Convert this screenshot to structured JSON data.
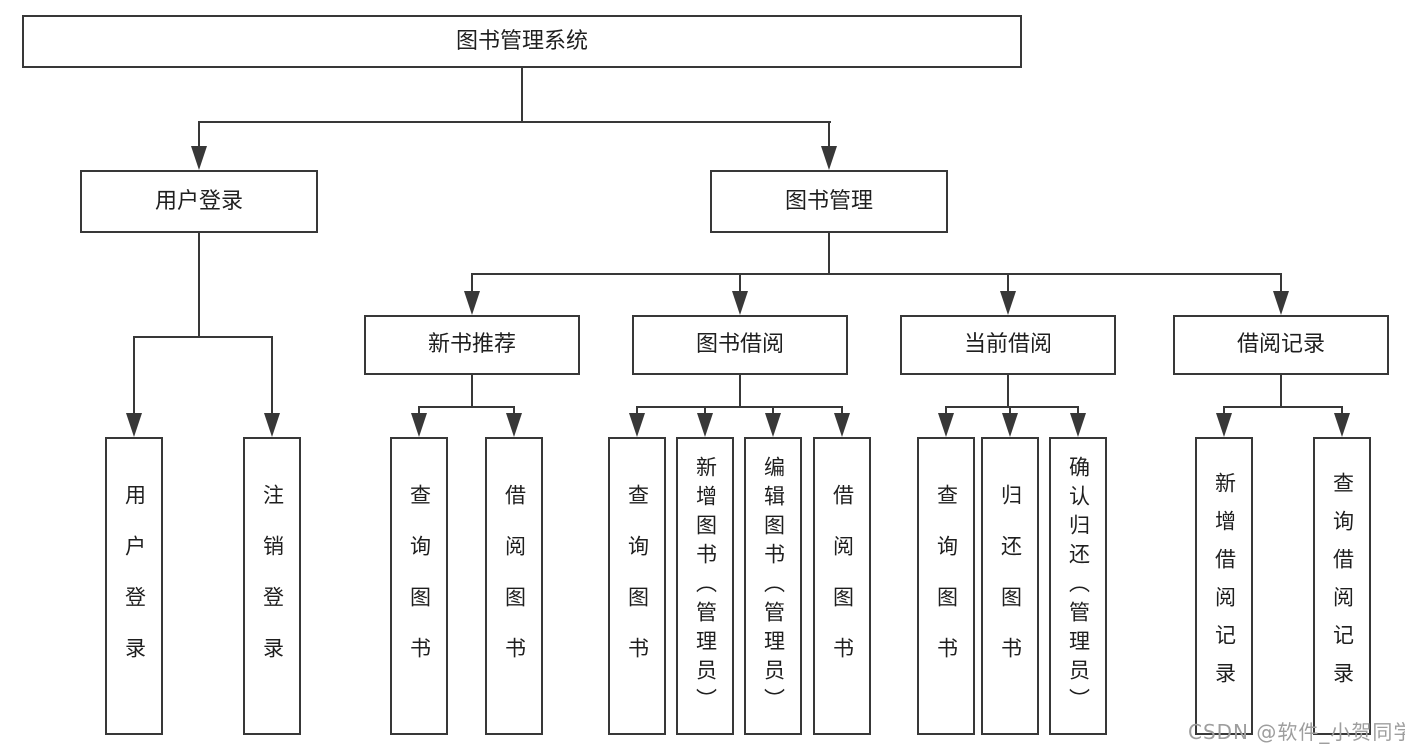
{
  "diagram": {
    "root": {
      "label": "图书管理系统"
    },
    "level2": [
      {
        "label": "用户登录"
      },
      {
        "label": "图书管理"
      }
    ],
    "level3": [
      {
        "label": "新书推荐"
      },
      {
        "label": "图书借阅"
      },
      {
        "label": "当前借阅"
      },
      {
        "label": "借阅记录"
      }
    ],
    "leaves": [
      {
        "parent": "用户登录",
        "label": "用户登录"
      },
      {
        "parent": "用户登录",
        "label": "注销登录"
      },
      {
        "parent": "新书推荐",
        "label": "查询图书"
      },
      {
        "parent": "新书推荐",
        "label": "借阅图书"
      },
      {
        "parent": "图书借阅",
        "label": "查询图书"
      },
      {
        "parent": "图书借阅",
        "label": "新增图书（管理员）"
      },
      {
        "parent": "图书借阅",
        "label": "编辑图书（管理员）"
      },
      {
        "parent": "图书借阅",
        "label": "借阅图书"
      },
      {
        "parent": "当前借阅",
        "label": "查询图书"
      },
      {
        "parent": "当前借阅",
        "label": "归还图书"
      },
      {
        "parent": "当前借阅",
        "label": "确认归还（管理员）"
      },
      {
        "parent": "借阅记录",
        "label": "新增借阅记录"
      },
      {
        "parent": "借阅记录",
        "label": "查询借阅记录"
      }
    ],
    "watermark": "CSDN @软件_小贺同学",
    "colors": {
      "line": "#383838",
      "text": "#1f1f1f",
      "watermark": "#9e9e9e",
      "background": "#ffffff"
    }
  }
}
